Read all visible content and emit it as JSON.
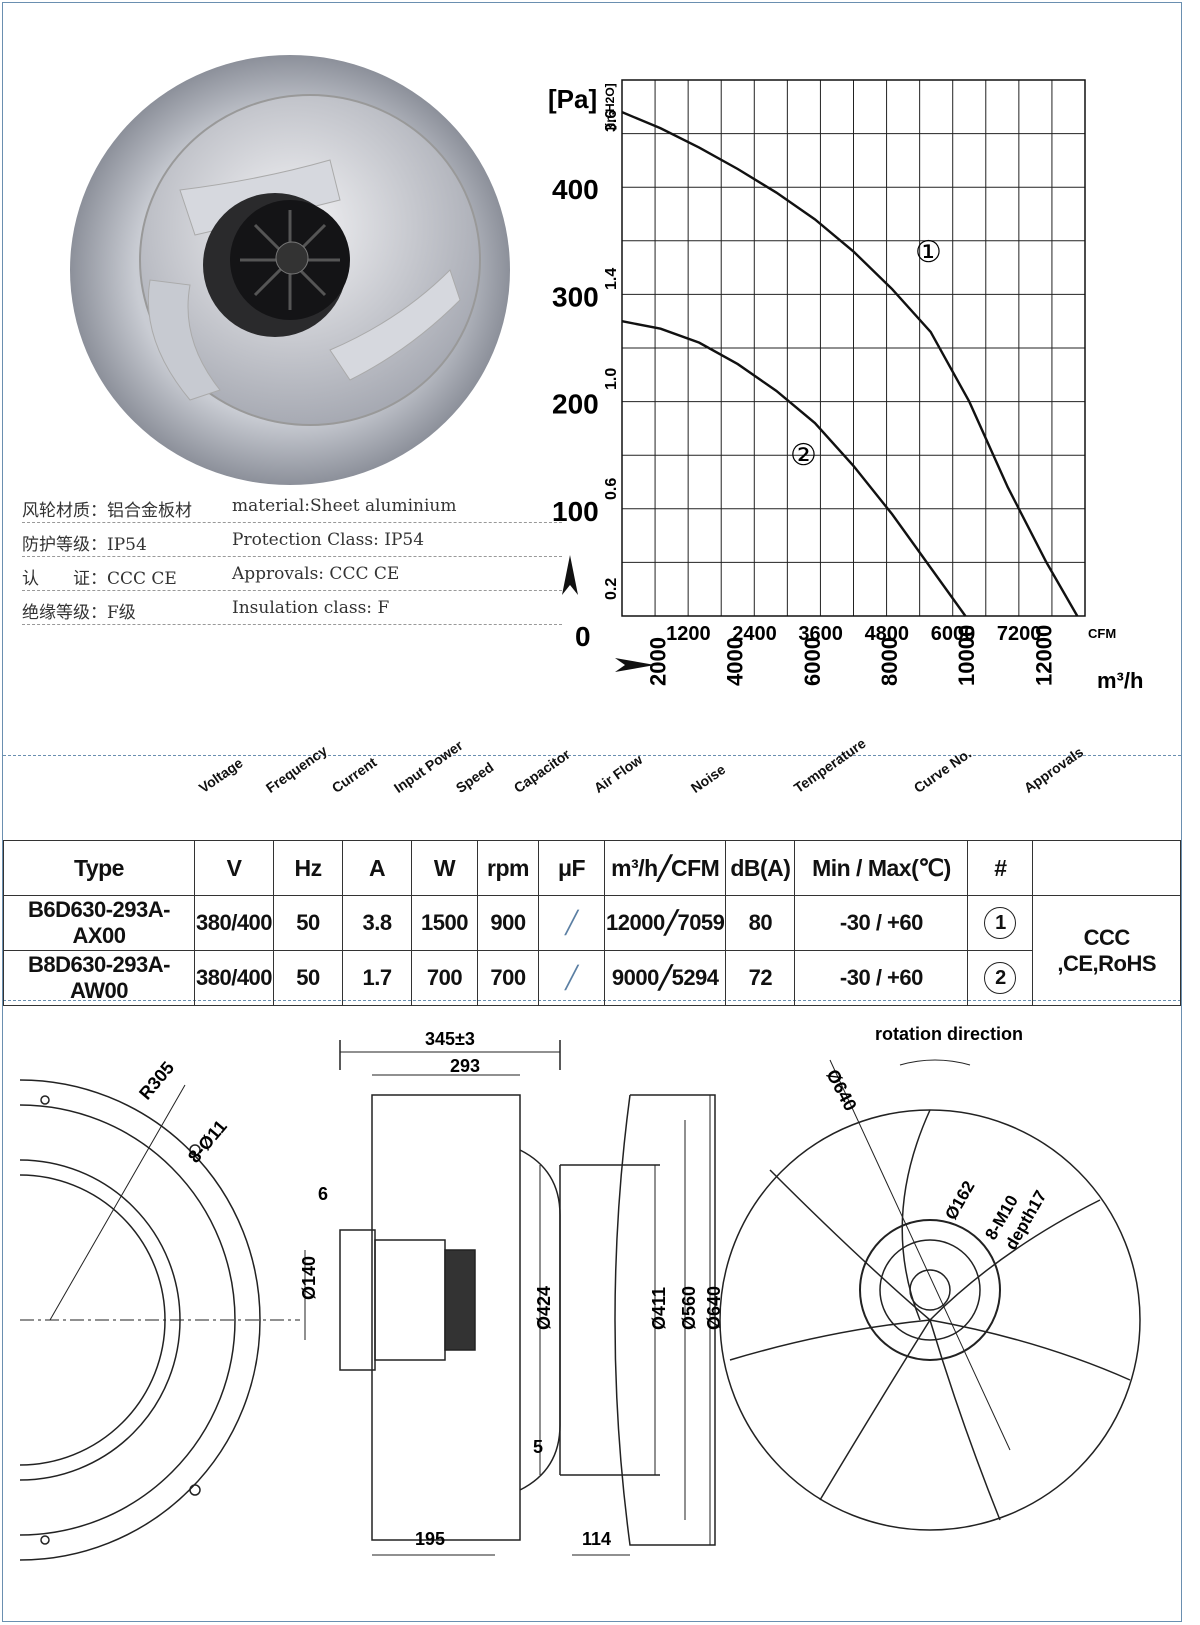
{
  "specs": [
    {
      "cn": "风轮材质：铝合金板材",
      "en": "material:Sheet aluminium"
    },
    {
      "cn": "防护等级：IP54",
      "en": "Protection Class: IP54"
    },
    {
      "cn": "认　　证：CCC CE",
      "en": "Approvals: CCC  CE"
    },
    {
      "cn": "绝缘等级：F级",
      "en": "Insulation class: F"
    }
  ],
  "chart_data": {
    "type": "line",
    "ylabel": "[Pa]",
    "ylabel_secondary": "[in.H2O]",
    "xlabel_primary": "CFM",
    "xlabel_secondary": "m³/h",
    "y_ticks": [
      0,
      100,
      200,
      300,
      400
    ],
    "y_ticks_secondary": [
      "3.6",
      "1.4",
      "1.0",
      "0.6",
      "0.2"
    ],
    "x_ticks_cfm": [
      1200,
      2400,
      3600,
      4800,
      6000,
      7200
    ],
    "x_ticks_m3h": [
      2000,
      4000,
      6000,
      8000,
      10000,
      12000
    ],
    "ylim": [
      0,
      500
    ],
    "xlim_m3h": [
      0,
      12000
    ],
    "series": [
      {
        "name": "①",
        "x": [
          0,
          1000,
          2000,
          3000,
          4000,
          5000,
          6000,
          7000,
          8000,
          9000,
          10000,
          11000,
          11800
        ],
        "y": [
          470,
          455,
          437,
          417,
          395,
          370,
          340,
          305,
          265,
          200,
          120,
          50,
          0
        ]
      },
      {
        "name": "②",
        "x": [
          0,
          1000,
          2000,
          3000,
          4000,
          5000,
          6000,
          7000,
          8000,
          8900
        ],
        "y": [
          275,
          268,
          255,
          235,
          210,
          180,
          140,
          95,
          45,
          0
        ]
      }
    ]
  },
  "table": {
    "header_rotated": [
      "Voltage",
      "Frequency",
      "Current",
      "Input Power",
      "Speed",
      "Capacitor",
      "Air Flow",
      "Noise",
      "Temperature",
      "Curve No.",
      "Approvals"
    ],
    "header": [
      "Type",
      "V",
      "Hz",
      "A",
      "W",
      "rpm",
      "μF",
      "m³/h╱CFM",
      "dB(A)",
      "Min / Max(℃)",
      "#",
      ""
    ],
    "rows": [
      [
        "B6D630-293A-AX00",
        "380/400",
        "50",
        "3.8",
        "1500",
        "900",
        "╱",
        "12000╱7059",
        "80",
        "-30 / +60",
        "1"
      ],
      [
        "B8D630-293A-AW00",
        "380/400",
        "50",
        "1.7",
        "700",
        "700",
        "╱",
        "9000╱5294",
        "72",
        "-30 / +60",
        "2"
      ]
    ],
    "approvals": "CCC ,CE,RoHS"
  },
  "drawing": {
    "left": {
      "r": "R305",
      "holes": "8-Ø11"
    },
    "side": {
      "overall": "345±3",
      "depth": "293",
      "flange": "6",
      "shaft": "Ø140",
      "inlet": "Ø424",
      "d411": "Ø411",
      "d560": "Ø560",
      "d640": "Ø640",
      "gap": "5",
      "bottom_left": "195",
      "bottom_right": "114"
    },
    "front": {
      "rotation": "rotation direction",
      "dia": "Ø640",
      "hub": "Ø162",
      "bolts": "8-M10",
      "depth": "depth17"
    }
  }
}
